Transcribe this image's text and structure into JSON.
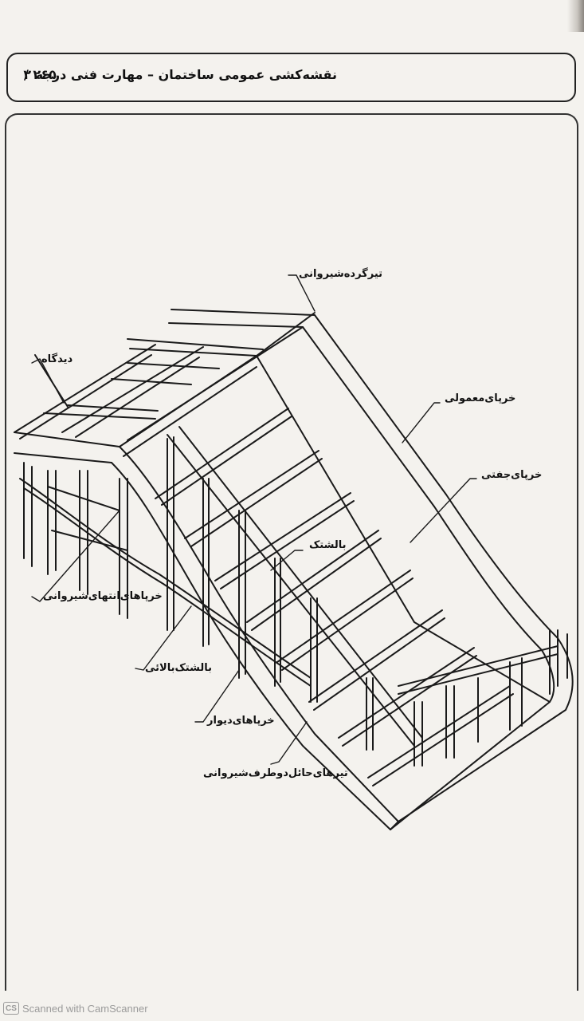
{
  "header": {
    "title": "نقشه‌کشی عمومی ساختمان – مهارت فنی درجه ۲",
    "page_number": "۲۶۵ /"
  },
  "labels": {
    "tir_gerde": "تیرگرده‌شیروانی",
    "didgah": "دیدگاه",
    "kharpa_mamuli": "خرپای‌معمولی",
    "kharpa_jofti": "خرپای‌جفتی",
    "baleshtak": "بالشتک",
    "kharpa_entehaye": "خرپاهای‌انتهای‌شیروانی",
    "baleshtak_balaei": "بالشتک‌بالائی",
    "kharpa_divar": "خرپاهای‌دیوار",
    "tir_hayel": "تیرهای‌حائل‌دوطرف‌شیروانی"
  },
  "footer": {
    "logo": "CS",
    "text": "Scanned with CamScanner"
  }
}
